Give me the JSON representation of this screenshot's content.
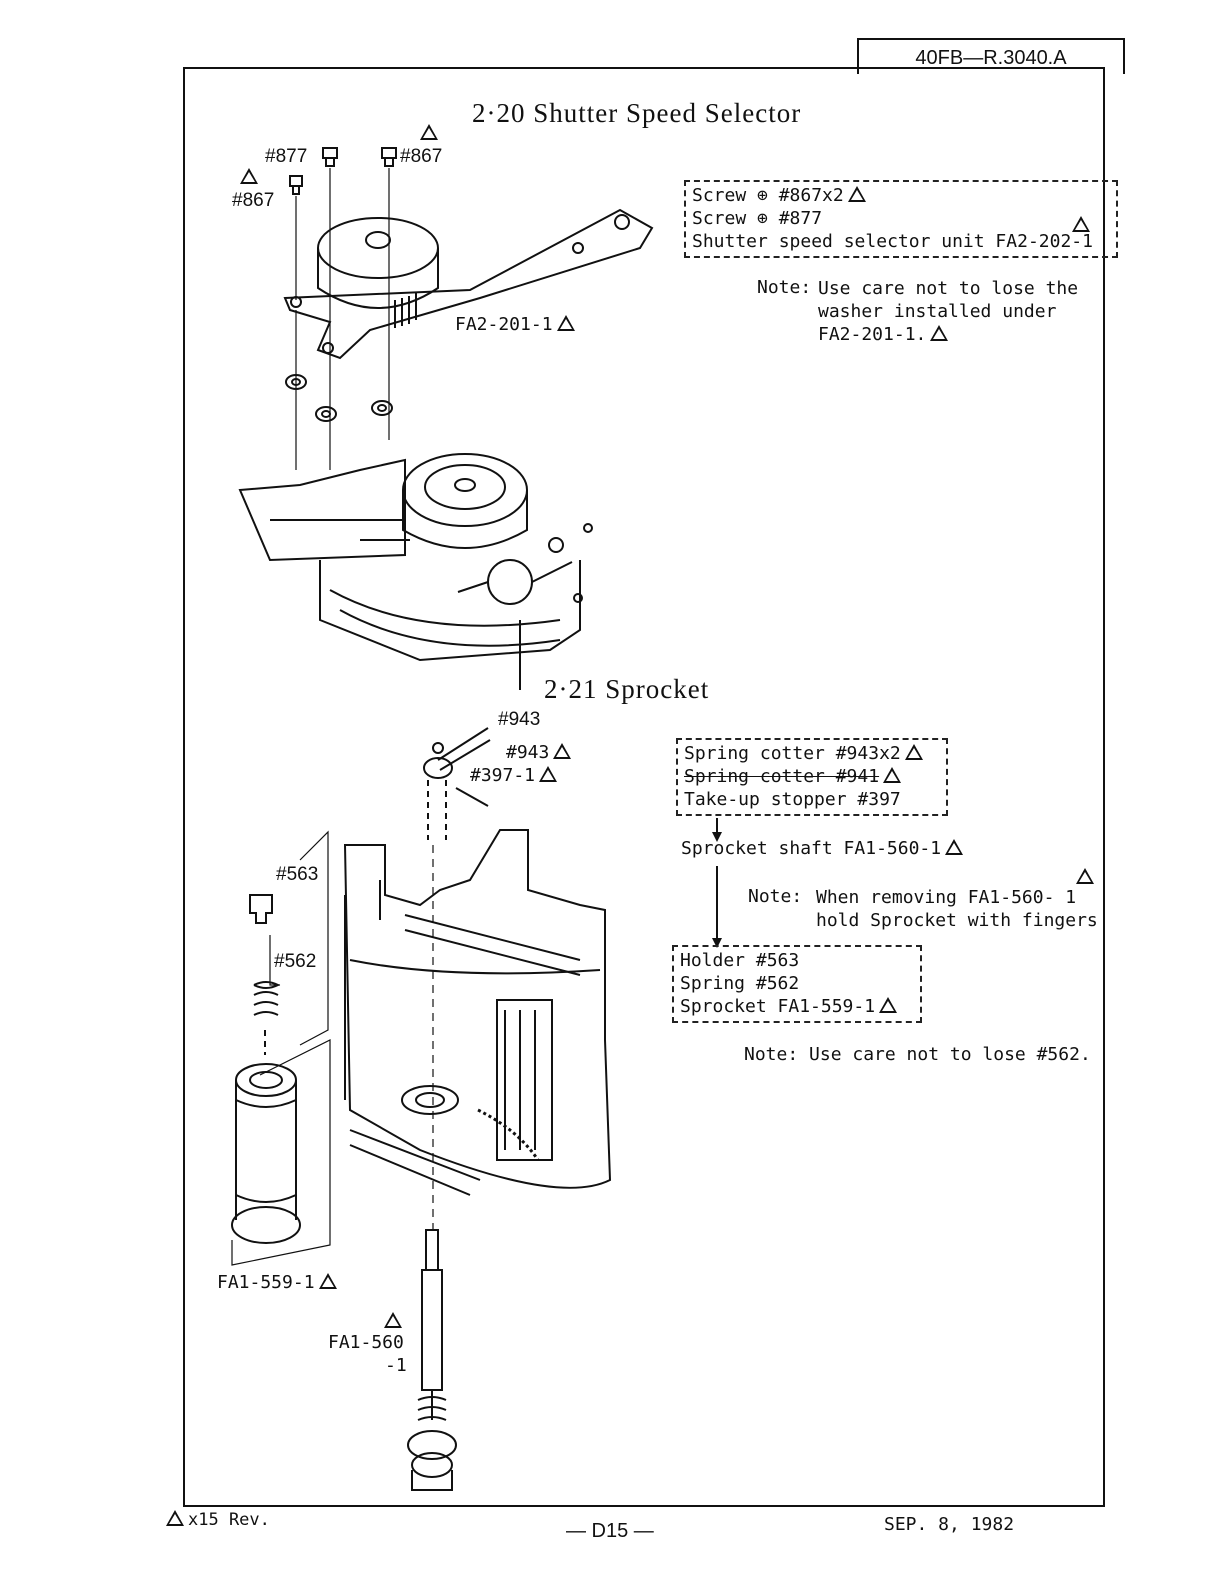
{
  "header": {
    "doc_number": "40FB—R.3040.A"
  },
  "section_20": {
    "title": "2·20   Shutter  Speed  Selector",
    "labels": {
      "screw_877": "#877",
      "screw_867_top": "#867",
      "screw_867_left": "#867",
      "part_fa2_201": "FA2-201-1"
    },
    "parts_box": [
      "Screw ⊕ #867x2",
      "Screw ⊕ #877",
      "Shutter speed selector unit FA2-202-1"
    ],
    "note_label": "Note:",
    "note_lines": [
      "Use care not to lose the",
      "washer installed under",
      "FA2-201-1."
    ]
  },
  "section_21": {
    "title": "2·21   Sprocket",
    "labels": {
      "cotter_943_a": "#943",
      "cotter_943_b": "#943",
      "stopper_397": "#397-1",
      "holder_563": "#563",
      "spring_562": "#562",
      "sprocket_559": "FA1-559-1",
      "shaft_560_a": "FA1-560",
      "shaft_560_b": "-1"
    },
    "box_top": [
      "Spring cotter #943x2",
      "Spring cotter #941",
      "Take-up stopper #397"
    ],
    "shaft_line": "Sprocket shaft FA1-560-1",
    "note1_label": "Note:",
    "note1_lines": [
      "When removing FA1-560- 1",
      "hold Sprocket with fingers"
    ],
    "box_bottom": [
      "Holder #563",
      "Spring #562",
      "Sprocket FA1-559-1"
    ],
    "note2": "Note: Use care not to lose #562."
  },
  "footer": {
    "rev": "x15 Rev.",
    "page": "— D15 —",
    "date": "SEP. 8, 1982"
  }
}
